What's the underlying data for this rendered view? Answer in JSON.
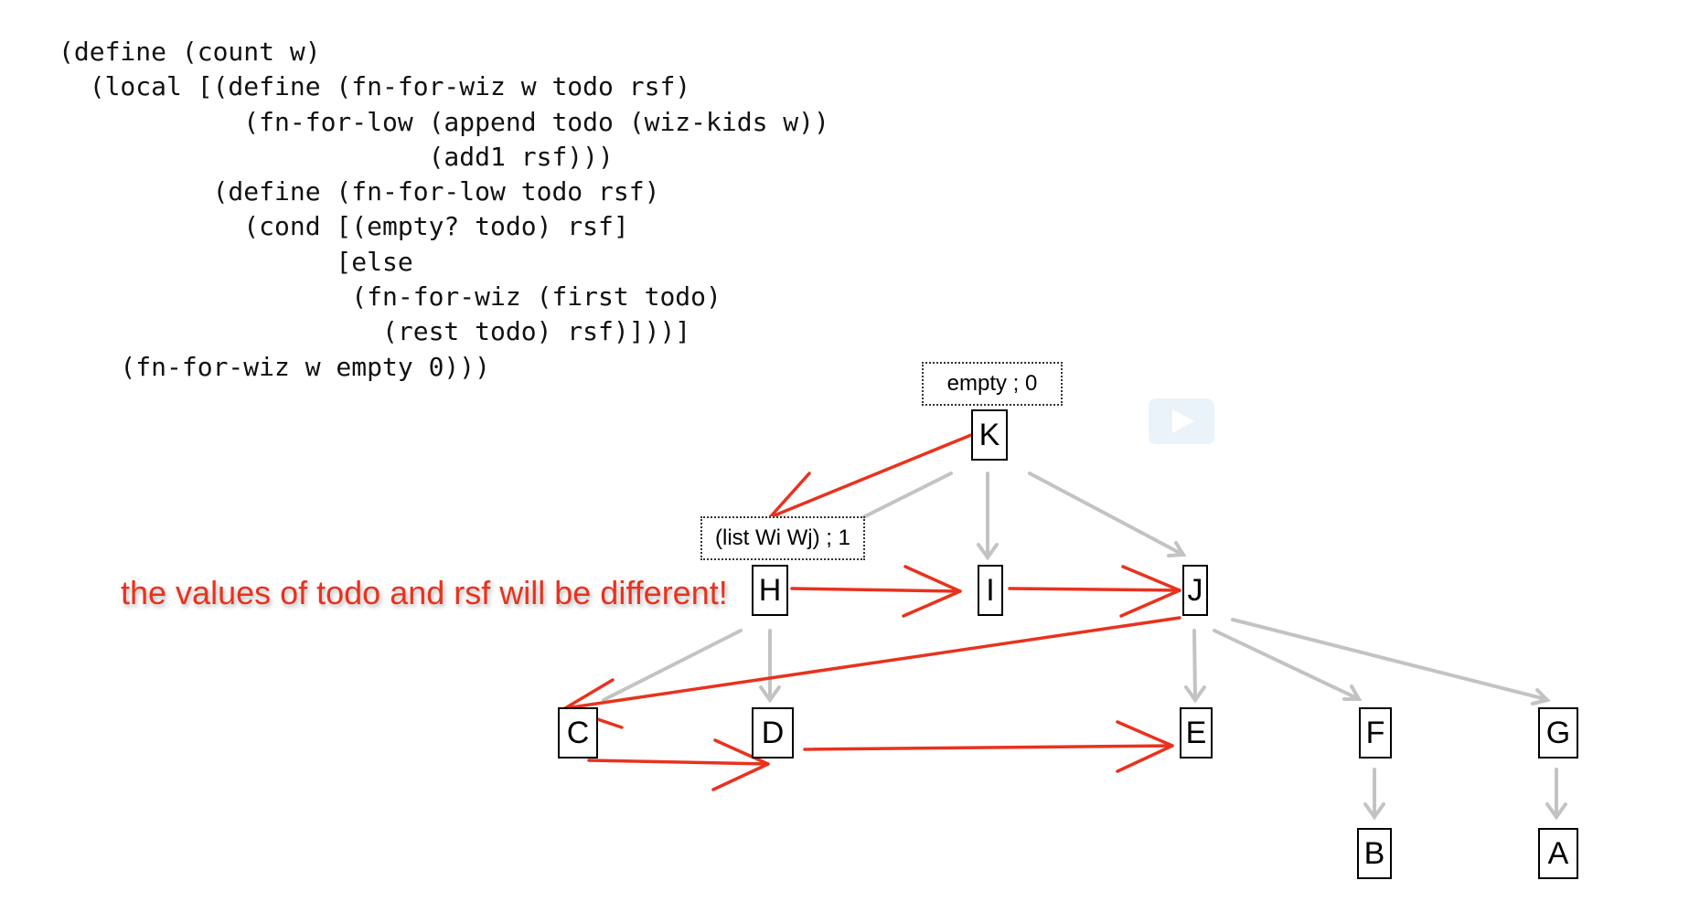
{
  "code": [
    "(define (count w)",
    "  (local [(define (fn-for-wiz w todo rsf)",
    "            (fn-for-low (append todo (wiz-kids w))",
    "                        (add1 rsf)))",
    "          (define (fn-for-low todo rsf)",
    "            (cond [(empty? todo) rsf]",
    "                  [else",
    "                   (fn-for-wiz (first todo)",
    "                     (rest todo) rsf)]))]",
    "    (fn-for-wiz w empty 0)))"
  ],
  "annotation": "the values of todo and rsf will be different!",
  "accumulators": {
    "k": "empty ; 0",
    "h": "(list Wi Wj) ; 1"
  },
  "nodes": {
    "K": "K",
    "H": "H",
    "I": "I",
    "J": "J",
    "C": "C",
    "D": "D",
    "E": "E",
    "F": "F",
    "G": "G",
    "B": "B",
    "A": "A"
  },
  "colors": {
    "tree_edges": "#c3c3c3",
    "traversal": "#e8321e",
    "annotation": "#e8321e"
  },
  "icons": {
    "video": "play-icon"
  }
}
